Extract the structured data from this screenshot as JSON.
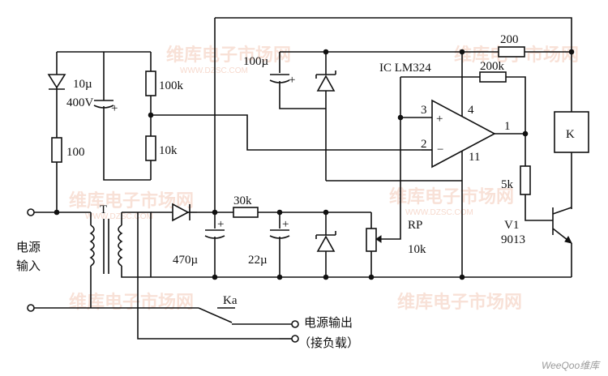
{
  "watermark": {
    "text": "维库电子市场网",
    "url": "WWW.DZSC.COM"
  },
  "brand": "WeeQoo维库",
  "labels": {
    "ic": "IC  LM324",
    "r200": "200",
    "r200k": "200k",
    "c100u": "100µ",
    "c10u": "10µ",
    "c10u_v": "400V",
    "r100k": "100k",
    "r10k": "10k",
    "r100": "100",
    "pin3": "3",
    "pin4": "4",
    "pin2": "2",
    "pin11": "11",
    "pin1": "1",
    "relay": "K",
    "r5k": "5k",
    "transformer": "T",
    "c470u": "470µ",
    "r30k": "30k",
    "c22u": "22µ",
    "rp": "RP",
    "rp_val": "10k",
    "v1": "V1",
    "v1_part": "9013",
    "power_in_1": "电源",
    "power_in_2": "输入",
    "switch": "Ka",
    "power_out": "电源输出",
    "load": "（接负载）",
    "plus": "+",
    "minus": "−"
  }
}
